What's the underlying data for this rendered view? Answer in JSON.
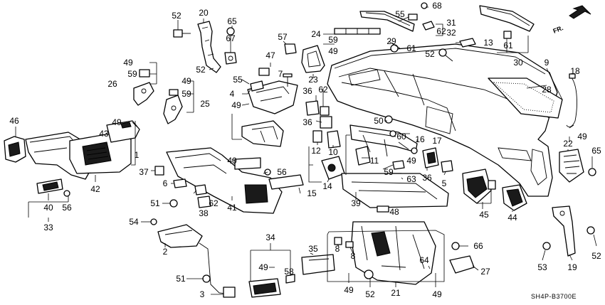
{
  "direction_label": "FR.",
  "diagram_code": "SH4P-B3700E",
  "callouts": [
    {
      "id": "c52a",
      "text": "52"
    },
    {
      "id": "c20",
      "text": "20"
    },
    {
      "id": "c65a",
      "text": "65"
    },
    {
      "id": "c67",
      "text": "67"
    },
    {
      "id": "c57",
      "text": "57"
    },
    {
      "id": "c49a",
      "text": "49"
    },
    {
      "id": "c59a",
      "text": "59"
    },
    {
      "id": "c26",
      "text": "26"
    },
    {
      "id": "c52b",
      "text": "52"
    },
    {
      "id": "c49b",
      "text": "49"
    },
    {
      "id": "c59b",
      "text": "59"
    },
    {
      "id": "c25",
      "text": "25"
    },
    {
      "id": "c47",
      "text": "47"
    },
    {
      "id": "c55a",
      "text": "55"
    },
    {
      "id": "c7",
      "text": "7"
    },
    {
      "id": "c4",
      "text": "4"
    },
    {
      "id": "c49c",
      "text": "49"
    },
    {
      "id": "c23",
      "text": "23"
    },
    {
      "id": "c24",
      "text": "24"
    },
    {
      "id": "c59c",
      "text": "59"
    },
    {
      "id": "c49d",
      "text": "49"
    },
    {
      "id": "c55b",
      "text": "55"
    },
    {
      "id": "c68",
      "text": "68"
    },
    {
      "id": "c31",
      "text": "31"
    },
    {
      "id": "c62a",
      "text": "62"
    },
    {
      "id": "c32",
      "text": "32"
    },
    {
      "id": "c29",
      "text": "29"
    },
    {
      "id": "c61a",
      "text": "61"
    },
    {
      "id": "c52c",
      "text": "52"
    },
    {
      "id": "c13",
      "text": "13"
    },
    {
      "id": "c61b",
      "text": "61"
    },
    {
      "id": "c30",
      "text": "30"
    },
    {
      "id": "c9",
      "text": "9"
    },
    {
      "id": "c18",
      "text": "18"
    },
    {
      "id": "c28",
      "text": "28"
    },
    {
      "id": "c46",
      "text": "46"
    },
    {
      "id": "c49e",
      "text": "49"
    },
    {
      "id": "c43",
      "text": "43"
    },
    {
      "id": "c1",
      "text": "1"
    },
    {
      "id": "c42",
      "text": "42"
    },
    {
      "id": "c37",
      "text": "37"
    },
    {
      "id": "c36a",
      "text": "36"
    },
    {
      "id": "c62b",
      "text": "62"
    },
    {
      "id": "c36b",
      "text": "36"
    },
    {
      "id": "c50",
      "text": "50"
    },
    {
      "id": "c60",
      "text": "60"
    },
    {
      "id": "c16",
      "text": "16"
    },
    {
      "id": "c17",
      "text": "17"
    },
    {
      "id": "c49f",
      "text": "49"
    },
    {
      "id": "c12",
      "text": "12"
    },
    {
      "id": "c10",
      "text": "10"
    },
    {
      "id": "c11",
      "text": "11"
    },
    {
      "id": "c59d",
      "text": "59"
    },
    {
      "id": "c36c",
      "text": "36"
    },
    {
      "id": "c5",
      "text": "5"
    },
    {
      "id": "c22",
      "text": "22"
    },
    {
      "id": "c65b",
      "text": "65"
    },
    {
      "id": "c49g",
      "text": "49"
    },
    {
      "id": "c40a",
      "text": "40"
    },
    {
      "id": "c56a",
      "text": "56"
    },
    {
      "id": "c6",
      "text": "6"
    },
    {
      "id": "c62c",
      "text": "62"
    },
    {
      "id": "c38",
      "text": "38"
    },
    {
      "id": "c41",
      "text": "41"
    },
    {
      "id": "c15",
      "text": "15"
    },
    {
      "id": "c14",
      "text": "14"
    },
    {
      "id": "c63",
      "text": "63"
    },
    {
      "id": "c39",
      "text": "39"
    },
    {
      "id": "c45",
      "text": "45"
    },
    {
      "id": "c44",
      "text": "44"
    },
    {
      "id": "c40b",
      "text": "40"
    },
    {
      "id": "c56b",
      "text": "56"
    },
    {
      "id": "c33",
      "text": "33"
    },
    {
      "id": "c51a",
      "text": "51"
    },
    {
      "id": "c54",
      "text": "54"
    },
    {
      "id": "c2",
      "text": "2"
    },
    {
      "id": "c48",
      "text": "48"
    },
    {
      "id": "c34",
      "text": "34"
    },
    {
      "id": "c35",
      "text": "35"
    },
    {
      "id": "c8a",
      "text": "8"
    },
    {
      "id": "c8b",
      "text": "8"
    },
    {
      "id": "c66",
      "text": "66"
    },
    {
      "id": "c49h",
      "text": "49"
    },
    {
      "id": "c58",
      "text": "58"
    },
    {
      "id": "c64",
      "text": "64"
    },
    {
      "id": "c27",
      "text": "27"
    },
    {
      "id": "c51b",
      "text": "51"
    },
    {
      "id": "c3",
      "text": "3"
    },
    {
      "id": "c49i",
      "text": "49"
    },
    {
      "id": "c52d",
      "text": "52"
    },
    {
      "id": "c21",
      "text": "21"
    },
    {
      "id": "c49j",
      "text": "49"
    },
    {
      "id": "c53",
      "text": "53"
    },
    {
      "id": "c19",
      "text": "19"
    },
    {
      "id": "c52e",
      "text": "52"
    }
  ]
}
